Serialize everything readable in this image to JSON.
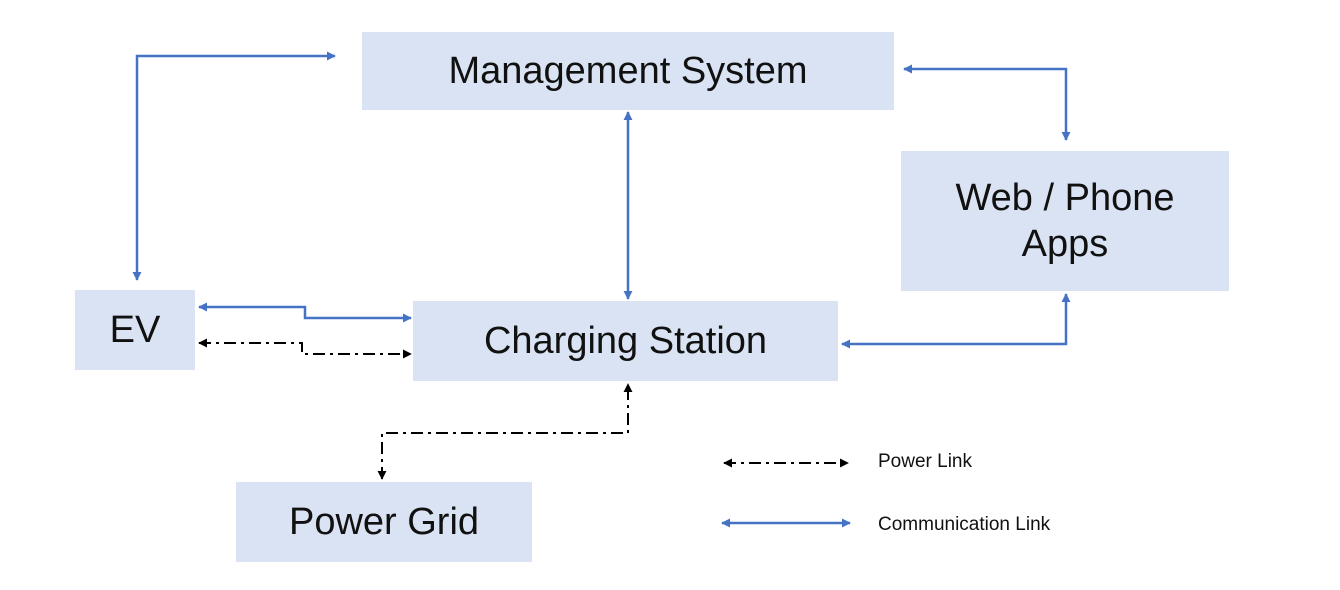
{
  "nodes": {
    "management_system": "Management System",
    "web_phone_apps": "Web / Phone\nApps",
    "ev": "EV",
    "charging_station": "Charging Station",
    "power_grid": "Power Grid"
  },
  "legend": {
    "power_link": "Power Link",
    "communication_link": "Communication Link"
  },
  "colors": {
    "box_fill": "#dae3f3",
    "communication_link": "#4472c4",
    "power_link": "#000000"
  }
}
